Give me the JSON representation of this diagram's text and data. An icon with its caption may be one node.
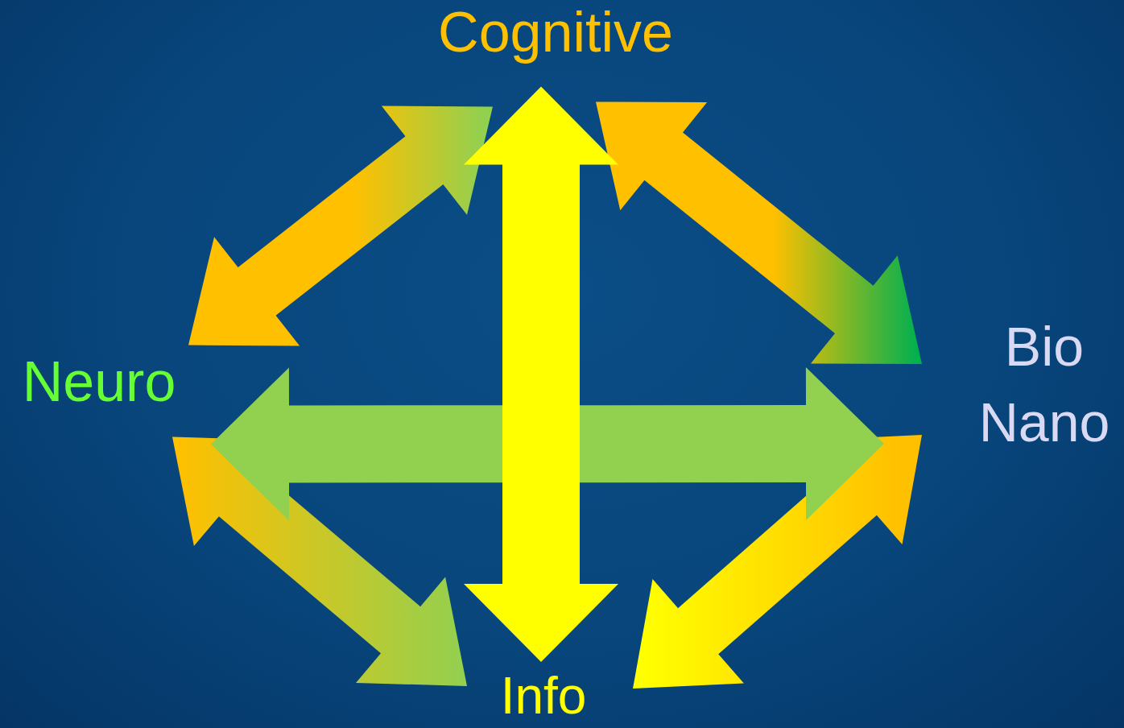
{
  "diagram": {
    "nodes": [
      {
        "text": [
          "Cognitive"
        ]
      },
      {
        "text": [
          "Neuro"
        ]
      },
      {
        "text": [
          "Bio Nano"
        ]
      },
      {
        "text": [
          "Info"
        ]
      }
    ],
    "edges": [
      {
        "from": 0,
        "to": 3,
        "arrow": "both",
        "style": "thick",
        "color": "#ffff00"
      },
      {
        "from": 1,
        "to": 2,
        "arrow": "both",
        "style": "thick",
        "color": "#92d050"
      },
      {
        "from": 0,
        "to": 1,
        "arrow": "both",
        "style": "thick"
      },
      {
        "from": 0,
        "to": 2,
        "arrow": "both",
        "style": "thick"
      },
      {
        "from": 1,
        "to": 3,
        "arrow": "both",
        "style": "thick"
      },
      {
        "from": 2,
        "to": 3,
        "arrow": "both",
        "style": "thick"
      }
    ]
  }
}
